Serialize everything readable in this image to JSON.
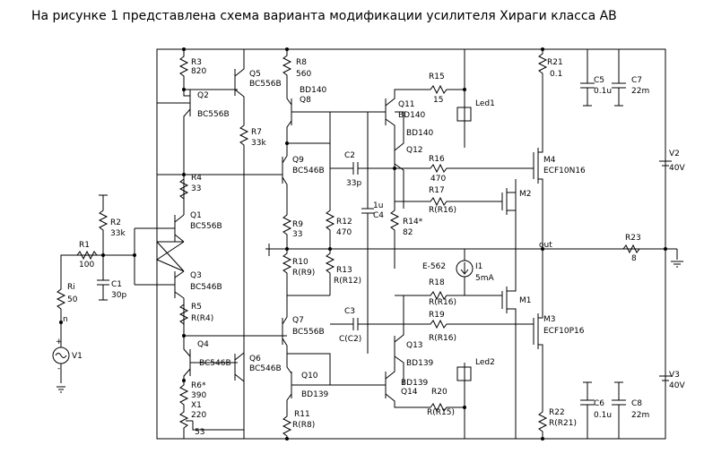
{
  "title": "На рисунке 1 представлена схема варианта модификации усилителя Хираги класса АВ",
  "labels": {
    "r3": "R3",
    "r3v": "820",
    "q5": "Q5",
    "q5t": "BC556B",
    "r8": "R8",
    "r8v": "560",
    "r21": "R21",
    "r21v": "0.1",
    "c5": "C5",
    "c5v": "0.1u",
    "c7": "C7",
    "c7v": "22m",
    "q2": "Q2",
    "q2t": "BC556B",
    "r7": "R7",
    "r7v": "33k",
    "q8t": "BD140",
    "q8": "Q8",
    "r15": "R15",
    "r15v": "15",
    "q11": "Q11",
    "q11t": "BD140",
    "led1": "Led1",
    "q12t": "BD140",
    "q12": "Q12",
    "m4": "M4",
    "m4t": "ECF10N16",
    "v2": "V2",
    "v2v": "40V",
    "q9": "Q9",
    "q9t": "BC546B",
    "c2": "C2",
    "c2v": "33p",
    "r16": "R16",
    "r16v": "470",
    "r4": "R4",
    "r4v": "33",
    "r17": "R17",
    "r17v": "R(R16)",
    "m2": "M2",
    "c4a": "1u",
    "c4": "C4",
    "r2": "R2",
    "r2v": "33k",
    "q1": "Q1",
    "q1t": "BC556B",
    "r9": "R9",
    "r9v": "33",
    "r12": "R12",
    "r12v": "470",
    "r14": "R14*",
    "r14v": "82",
    "out": "out",
    "r23": "R23",
    "r23v": "8",
    "r1": "R1",
    "r1v": "100",
    "r10": "R10",
    "r10v": "R(R9)",
    "r13": "R13",
    "r13v": "R(R12)",
    "e562": "E-562",
    "i1": "I1",
    "i1v": "5mA",
    "ri": "Ri",
    "riv": "50",
    "c1": "C1",
    "c1v": "30p",
    "q3": "Q3",
    "q3t": "BC546B",
    "r18": "R18",
    "r18v": "R(R16)",
    "m1": "M1",
    "r5": "R5",
    "r5v": "R(R4)",
    "c3": "C3",
    "c3v": "C(C2)",
    "r19": "R19",
    "r19v": "R(R16)",
    "m3": "M3",
    "m3t": "ECF10P16",
    "q7": "Q7",
    "q7t": "BC556B",
    "n": "n",
    "q4": "Q4",
    "q4t": "BC546B",
    "q6": "Q6",
    "q6t": "BC546B",
    "q13": "Q13",
    "q13t": "BD139",
    "led2": "Led2",
    "v1": "V1",
    "r6": "R6*",
    "r6v": "390",
    "x1": "X1",
    "x1v": "220",
    "q10": "Q10",
    "q10t": "BD139",
    "q14t": "BD139",
    "q14": "Q14",
    "r20": "R20",
    "r20v": "R(R15)",
    "c6": "C6",
    "c6v": "0.1u",
    "c8": "C8",
    "c8v": "22m",
    "v3": "V3",
    "v3v": "40V",
    "r11": "R11",
    "r11v": "R(R8)",
    "r22": "R22",
    "r22v": "R(R21)",
    "x53": "53"
  }
}
